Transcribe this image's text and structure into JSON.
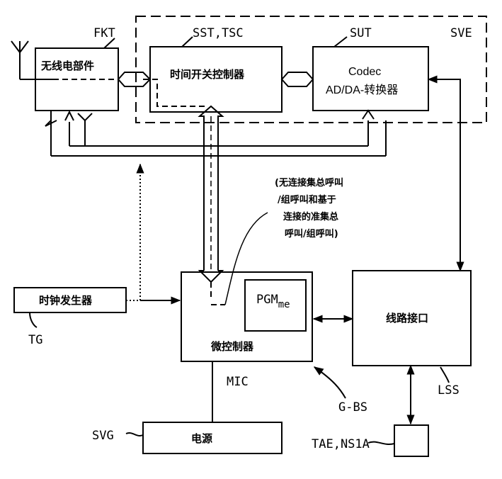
{
  "blocks": {
    "fkt": {
      "tag": "FKT",
      "label": "无线电部件"
    },
    "sst": {
      "tag": "SST,TSC",
      "label": "时间开关控制器"
    },
    "sut": {
      "tag": "SUT",
      "label1": "Codec",
      "label2": "AD/DA-转换器"
    },
    "sve": {
      "tag": "SVE"
    },
    "tg": {
      "tag": "TG",
      "label": "时钟发生器"
    },
    "mic": {
      "tag": "MIC",
      "label": "微控制器"
    },
    "pgm": {
      "main": "PGM",
      "sub": "me"
    },
    "lss": {
      "tag": "LSS",
      "label": "线路接口"
    },
    "svg": {
      "tag": "SVG",
      "label": "电源"
    },
    "tae": {
      "tag": "TAE,NS1A"
    },
    "gbs": {
      "tag": "G-BS"
    }
  },
  "note": {
    "line1": "(无连接集总呼叫",
    "line2": "/组呼叫和基于",
    "line3": "连接的准集总",
    "line4": "呼叫/组呼叫)"
  }
}
